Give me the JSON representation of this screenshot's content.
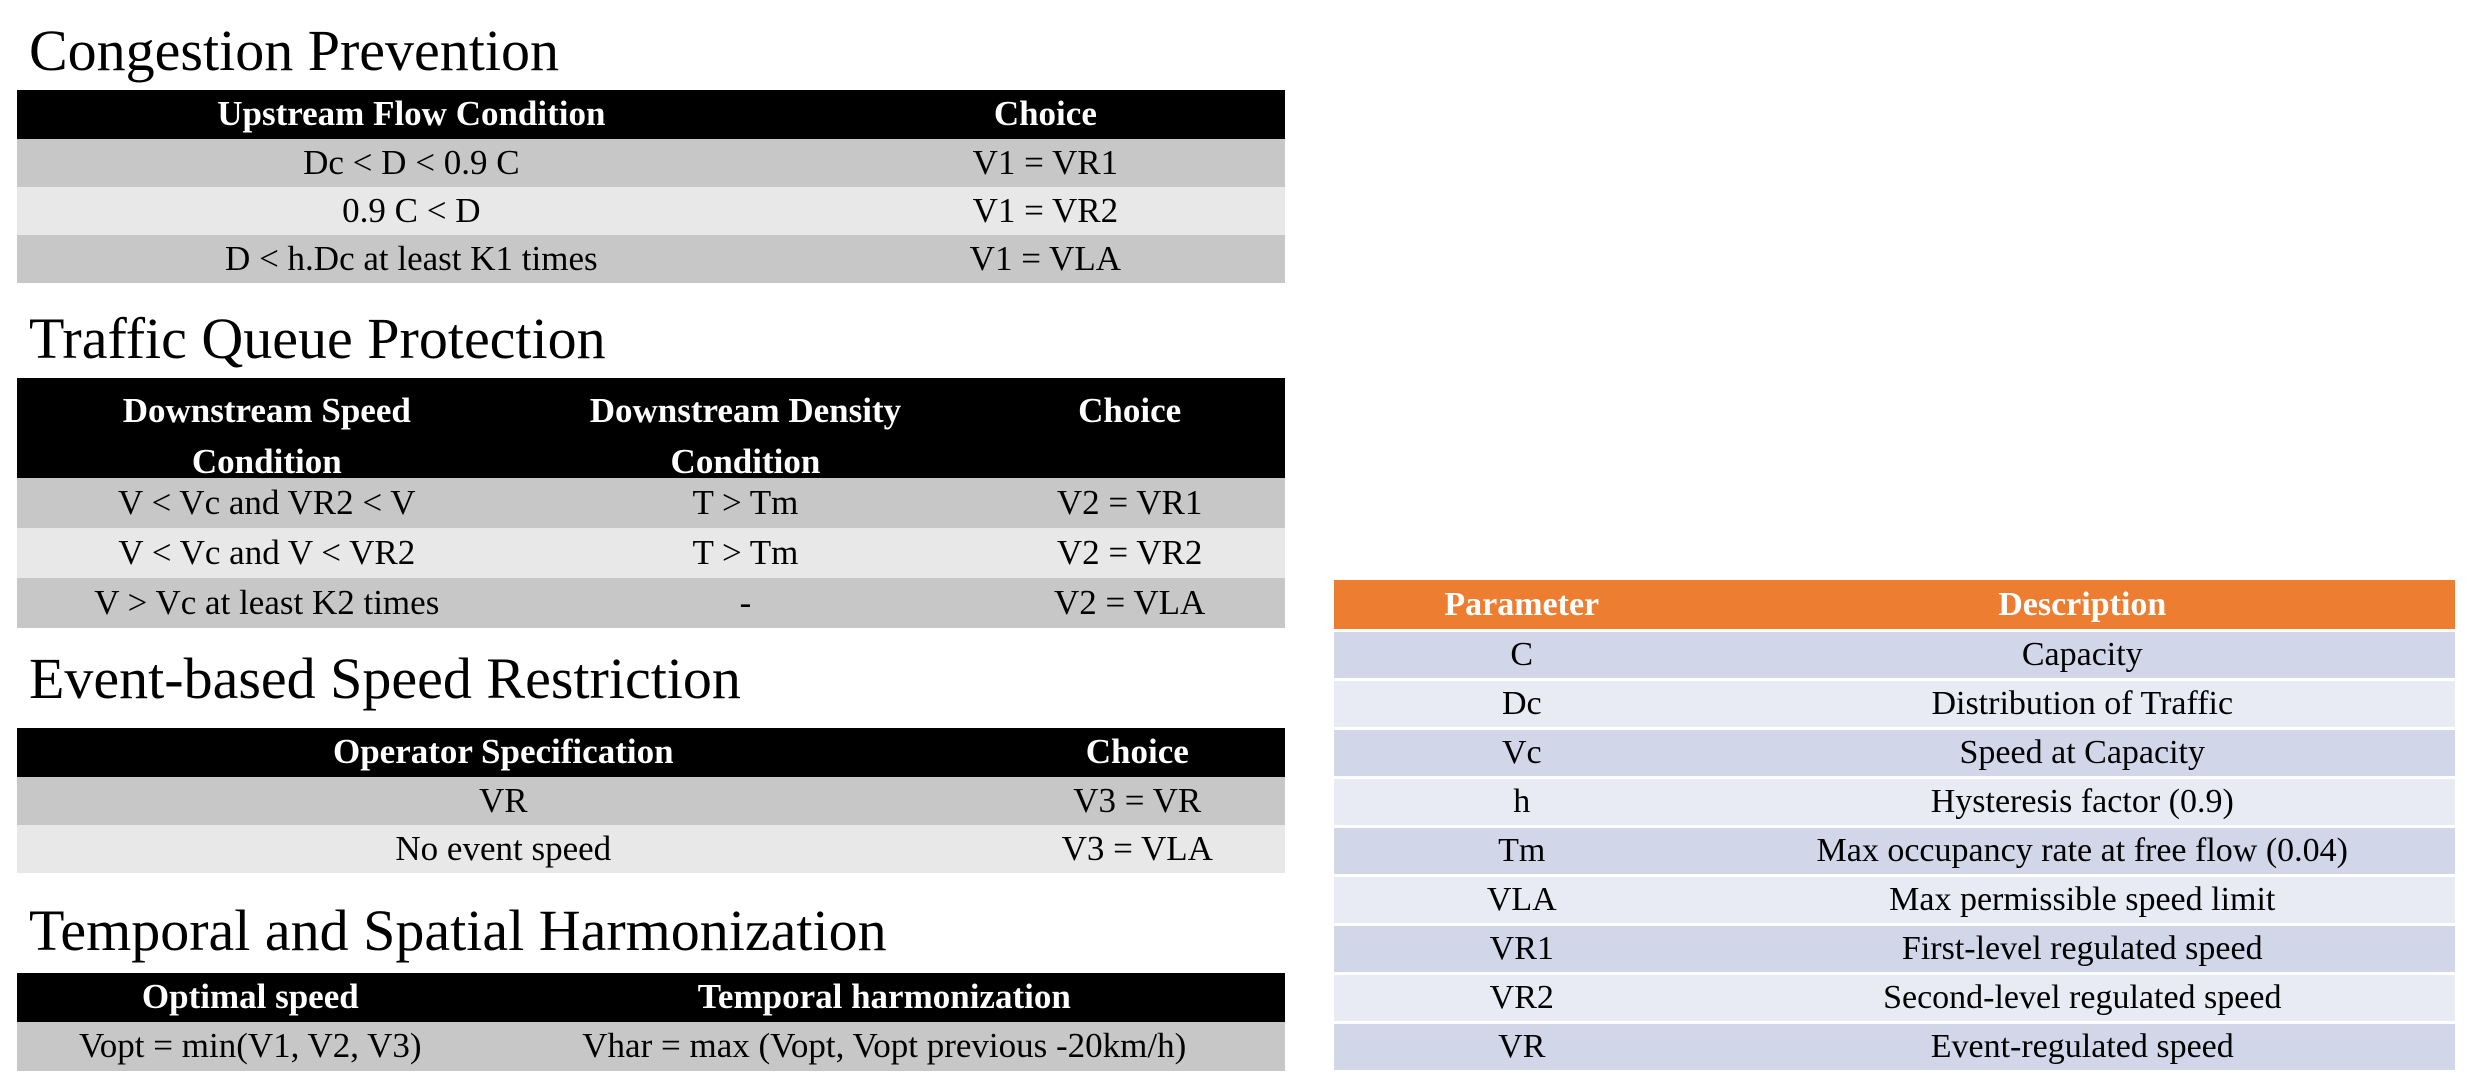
{
  "colors": {
    "black_header_bg": "#000000",
    "gray_row_dark": "#c7c7c7",
    "gray_row_light": "#e8e8e8",
    "orange_header_bg": "#ed7d31",
    "lavender_row": "#d1d6e9",
    "lavender_row_light": "#e9ebf4",
    "header_text": "#ffffff",
    "body_text": "#000000"
  },
  "sections": [
    {
      "title": "Congestion Prevention",
      "columns": [
        "Upstream Flow Condition",
        "Choice"
      ],
      "rows": [
        [
          "Dc < D < 0.9 C",
          "V1 = VR1"
        ],
        [
          "0.9 C < D",
          "V1 = VR2"
        ],
        [
          "D < h.Dc at least K1 times",
          "V1 = VLA"
        ]
      ]
    },
    {
      "title": "Traffic Queue Protection",
      "columns": [
        "Downstream Speed Condition",
        "Downstream Density Condition",
        "Choice"
      ],
      "columns_line1": [
        "Downstream Speed",
        "Downstream Density",
        "Choice"
      ],
      "columns_line2": [
        "Condition",
        "Condition",
        ""
      ],
      "rows": [
        [
          "V < Vc and VR2 < V",
          "T > Tm",
          "V2 = VR1"
        ],
        [
          "V < Vc and V < VR2",
          "T > Tm",
          "V2 = VR2"
        ],
        [
          "V > Vc at least K2 times",
          "-",
          "V2 = VLA"
        ]
      ]
    },
    {
      "title": "Event-based Speed Restriction",
      "columns": [
        "Operator Specification",
        "Choice"
      ],
      "rows": [
        [
          "VR",
          "V3 = VR"
        ],
        [
          "No event speed",
          "V3 = VLA"
        ]
      ]
    },
    {
      "title": "Temporal and Spatial Harmonization",
      "columns": [
        "Optimal speed",
        "Temporal harmonization"
      ],
      "rows": [
        [
          "Vopt = min(V1, V2, V3)",
          "Vhar = max (Vopt, Vopt previous -20km/h)"
        ]
      ]
    }
  ],
  "parameters_table": {
    "columns": [
      "Parameter",
      "Description"
    ],
    "rows": [
      [
        "C",
        "Capacity"
      ],
      [
        "Dc",
        "Distribution of Traffic"
      ],
      [
        "Vc",
        "Speed at Capacity"
      ],
      [
        "h",
        "Hysteresis factor (0.9)"
      ],
      [
        "Tm",
        "Max occupancy rate at free flow (0.04)"
      ],
      [
        "VLA",
        "Max permissible speed limit"
      ],
      [
        "VR1",
        "First-level regulated speed"
      ],
      [
        "VR2",
        "Second-level regulated speed"
      ],
      [
        "VR",
        "Event-regulated speed"
      ]
    ]
  }
}
